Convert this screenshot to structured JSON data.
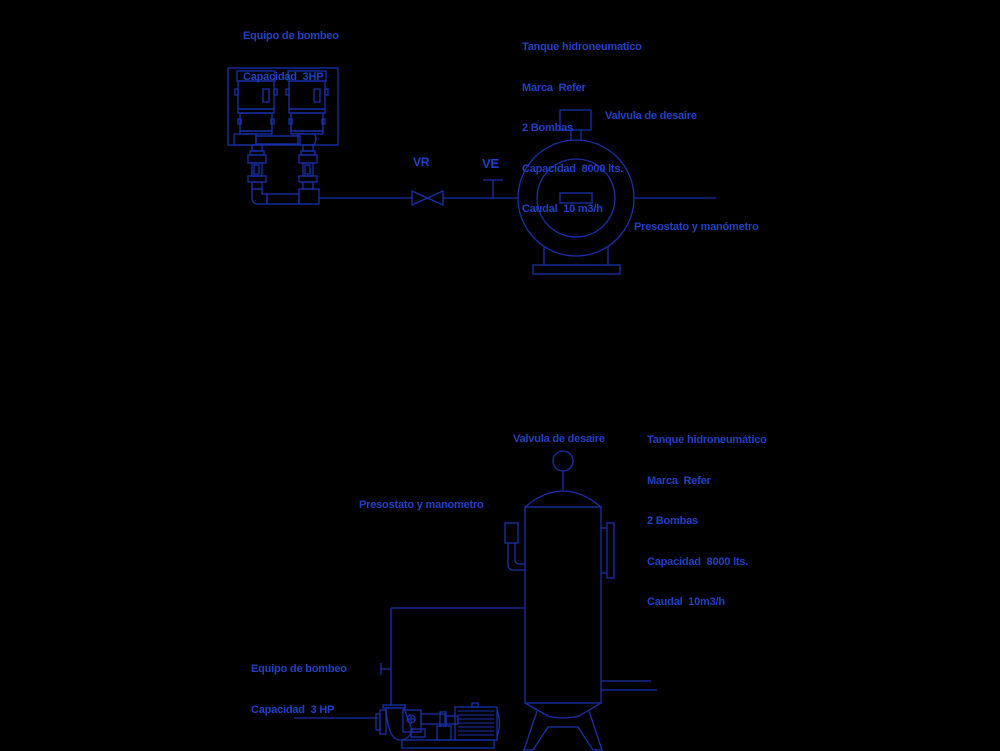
{
  "drawing": {
    "background": "#000000",
    "line_color": "#1a30a8",
    "text_color": "#2040c8"
  },
  "plan_view": {
    "pump_label": {
      "line1": "Equipo de bombeo",
      "line2": "Capacidad  3HP"
    },
    "tank_label": {
      "line1": "Tanque hidroneumatico",
      "line2": "Marca  Refer",
      "line3": "2 Bombas",
      "line4": "Capacidad  8000 lts.",
      "line5": "Caudal  10 m3/h"
    },
    "valve_vr": "VR",
    "valve_ve": "VE",
    "air_valve_label": "Valvula de desaire",
    "pressure_label": "Presostato y manómetro"
  },
  "elevation_view": {
    "tank_label": {
      "line1": "Tanque hidroneumático",
      "line2": "Marca  Refer",
      "line3": "2 Bombas",
      "line4": "Capacidad  8000 lts.",
      "line5": "Caudal  10m3/h"
    },
    "air_valve_label": "Valvula de desaire",
    "pressure_label": "Presostato y manometro",
    "pump_label": {
      "line1": "Equipo de bombeo",
      "line2": "Capacidad  3 HP"
    }
  }
}
